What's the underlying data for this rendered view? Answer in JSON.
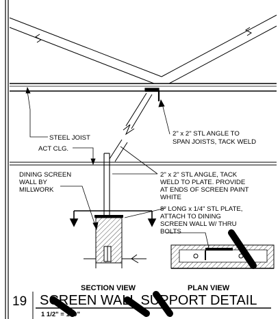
{
  "labels": {
    "steel_joist": "STEEL JOIST",
    "act_clg": "ACT CLG.",
    "dining_screen": [
      "DINING SCREEN",
      "WALL BY",
      "MILLWORK"
    ],
    "angle_to_span": [
      "2\" x 2\" STL ANGLE TO",
      "SPAN JOISTS, TACK WELD"
    ],
    "angle_tack": [
      "2\" x 2\" STL ANGLE, TACK",
      "WELD TO PLATE. PROVIDE",
      "AT ENDS OF SCREEN PAINT",
      "WHITE"
    ],
    "plate": [
      "8\" LONG x 1/4\" STL PLATE,",
      "ATTACH TO DINING",
      "SCREEN WALL W/ THRU",
      "BOLTS"
    ]
  },
  "views": {
    "section": "SECTION VIEW",
    "plan": "PLAN VIEW"
  },
  "title_block": {
    "number": "19",
    "title": "SCREEN WALL SUPPORT DETAIL",
    "scale": "1 1/2\" = 1'-0\""
  }
}
